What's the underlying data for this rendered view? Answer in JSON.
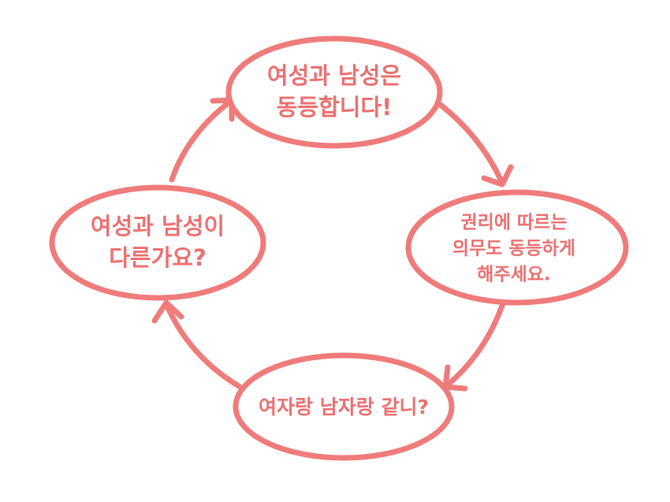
{
  "colors": {
    "stroke": "#ef7b7b",
    "text": "#ec6f6f",
    "background": "#ffffff"
  },
  "nodes": {
    "top": {
      "lines": [
        "여성과 남성은",
        "동등합니다!"
      ]
    },
    "right": {
      "lines": [
        "권리에 따르는",
        "의무도 동등하게",
        "해주세요."
      ]
    },
    "bottom": {
      "lines": [
        "여자랑 남자랑 같니?"
      ]
    },
    "left": {
      "lines": [
        "여성과 남성이",
        "다른가요?"
      ]
    }
  }
}
